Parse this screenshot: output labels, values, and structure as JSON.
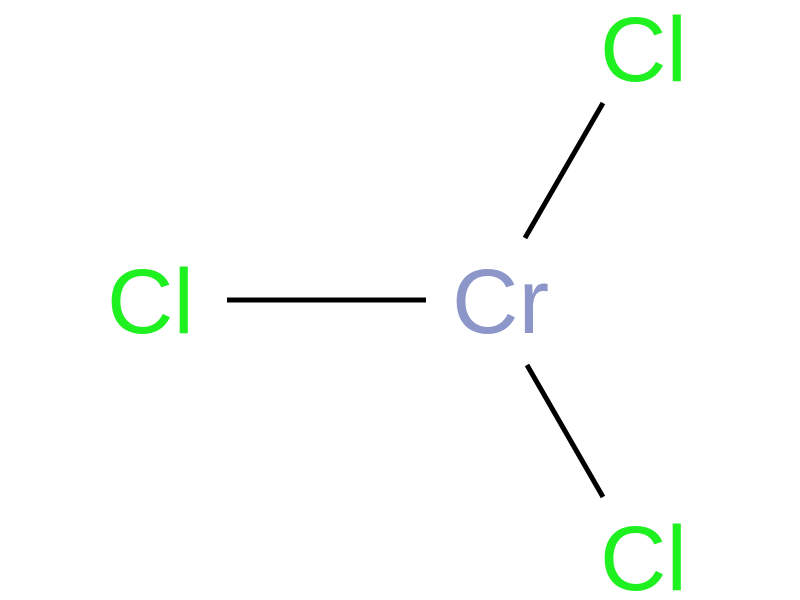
{
  "molecule": {
    "center": {
      "symbol": "Cr",
      "color": "#8C96C8"
    },
    "ligands": [
      {
        "symbol": "Cl",
        "color": "#1FF01F"
      },
      {
        "symbol": "Cl",
        "color": "#1FF01F"
      },
      {
        "symbol": "Cl",
        "color": "#1FF01F"
      }
    ],
    "bond_color": "#000000"
  }
}
